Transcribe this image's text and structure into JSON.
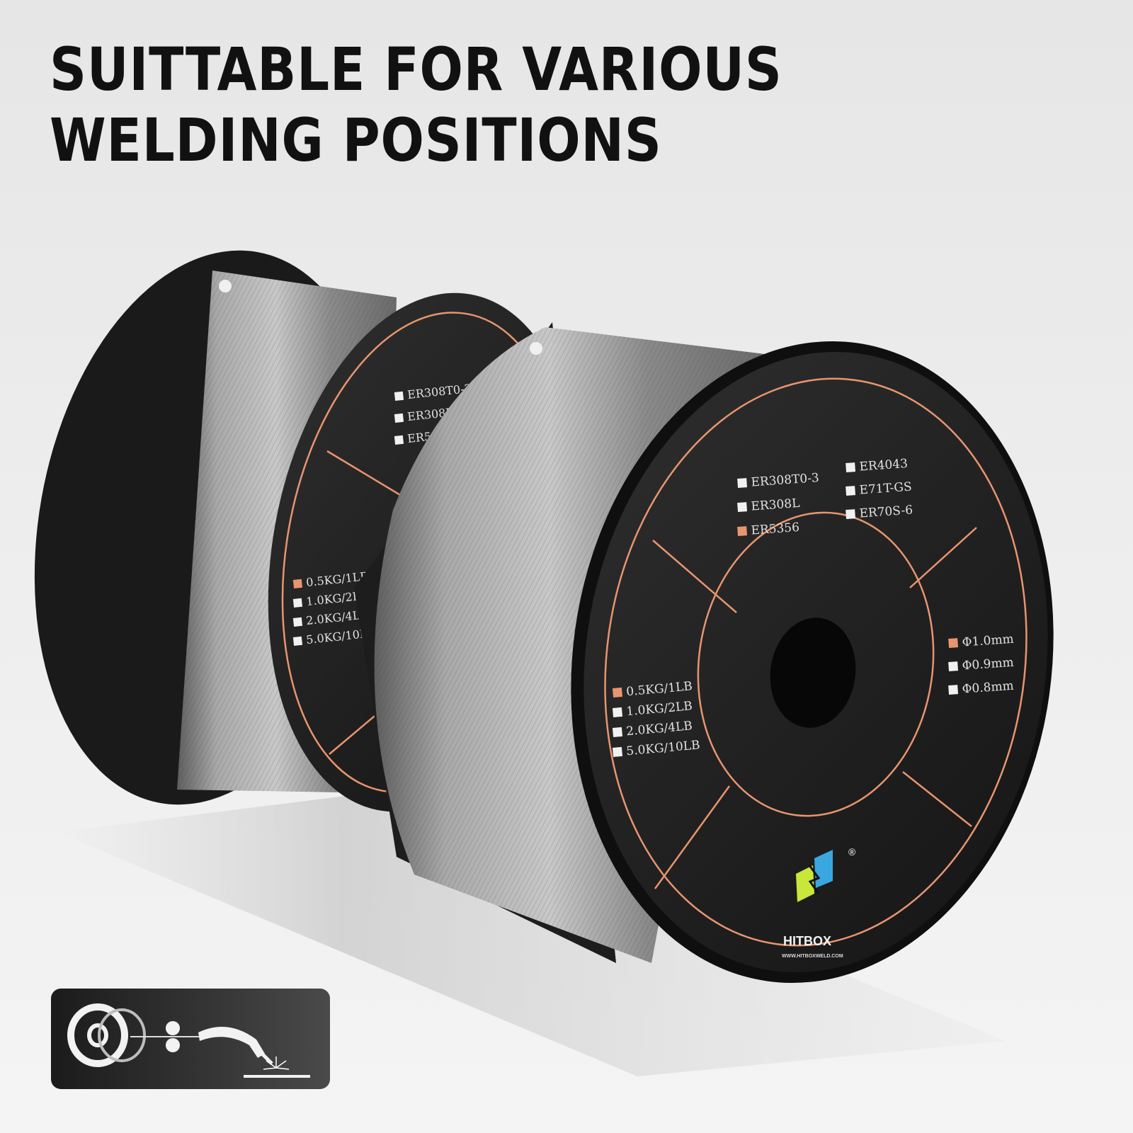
{
  "headline": {
    "line1": "SUITTABLE FOR VARIOUS",
    "line2": "WELDING POSITIONS"
  },
  "colors": {
    "accent": "#e8956f",
    "spool_face": "#222222",
    "wire": "#9a9a9a",
    "background": "#ebebeb",
    "logo_green": "#c9e63a",
    "logo_blue": "#3aa7e0"
  },
  "front_spool": {
    "wire_types": [
      {
        "label": "ER308T0-3",
        "checked": false
      },
      {
        "label": "ER308L",
        "checked": false
      },
      {
        "label": "ER5356",
        "checked": true
      },
      {
        "label": "ER4043",
        "checked": false
      },
      {
        "label": "E71T-GS",
        "checked": false
      },
      {
        "label": "ER70S-6",
        "checked": false
      }
    ],
    "weights": [
      {
        "label": "0.5KG/1LB",
        "checked": true
      },
      {
        "label": "1.0KG/2LB",
        "checked": false
      },
      {
        "label": "2.0KG/4LB",
        "checked": false
      },
      {
        "label": "5.0KG/10LB",
        "checked": false
      }
    ],
    "diameters": [
      {
        "label": "Φ1.0mm",
        "checked": true
      },
      {
        "label": "Φ0.9mm",
        "checked": false
      },
      {
        "label": "Φ0.8mm",
        "checked": false
      }
    ],
    "brand": "HITBOX",
    "registered_mark": "®",
    "website": "WWW.HITBOXWELD.COM"
  },
  "back_spool": {
    "wire_types": [
      {
        "label": "ER308T0-3",
        "checked": false
      },
      {
        "label": "ER308L",
        "checked": false
      },
      {
        "label": "ER5356",
        "checked": false
      }
    ],
    "weights": [
      {
        "label": "0.5KG/1LB",
        "checked": true
      },
      {
        "label": "1.0KG/2LB",
        "checked": false
      },
      {
        "label": "2.0KG/4LB",
        "checked": false
      },
      {
        "label": "5.0KG/10LB",
        "checked": false
      }
    ]
  },
  "process_panel": {
    "icons": [
      "wire-spool-icon",
      "wire-feed-icon",
      "welding-torch-icon",
      "weld-spark-icon"
    ]
  }
}
